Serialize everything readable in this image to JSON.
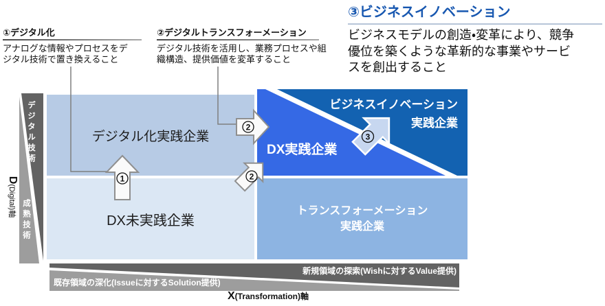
{
  "callouts": [
    {
      "title": "①デジタル化",
      "body_lines": [
        "アナログな情報やプロセスをデ",
        "ジタル技術で置き換えること"
      ]
    },
    {
      "title": "②デジタルトランスフォーメーション",
      "body_lines": [
        "デジタル技術を活用し、業務プロセスや組",
        "織構造、提供価値を変革すること"
      ]
    },
    {
      "title": "③ビジネスイノベーション",
      "body_lines": [
        "ビジネスモデルの創造・変革により、競争",
        "優位を築くような革新的な事業やサービ",
        "スを創出すること"
      ]
    }
  ],
  "quadrants": {
    "top_left": {
      "label": "デジタル化実践企業"
    },
    "bottom_left": {
      "label": "DX未実践企業"
    },
    "bottom_right": {
      "line1": "トランスフォーメーション",
      "line2": "実践企業"
    },
    "dx": {
      "label": "DX実践企業"
    },
    "business_innovation": {
      "line1": "ビジネスイノベーション",
      "line2": "実践企業"
    }
  },
  "axes": {
    "y": {
      "prefix": "D",
      "rest": "(Digital)軸",
      "top_band": "デジタル技術",
      "bottom_band": "成熟技術"
    },
    "x": {
      "prefix": "X",
      "rest": "(Transformation)軸",
      "top_band": "新規領域の探索(Wishに対するValue提供)",
      "bottom_band": "既存領域の深化(Issueに対するSolution提供)"
    }
  },
  "arrows": {
    "n1": "1",
    "n2a": "2",
    "n2b": "2",
    "n3": "3"
  },
  "colors": {
    "quad_tl": "#b7cbe5",
    "quad_bl": "#dbe7f4",
    "quad_br": "#8db4e2",
    "quad_dx": "#3569e5",
    "quad_bi": "#1362b1",
    "wedge_dark": "#636363",
    "wedge_light": "#9d9d9d",
    "heading3": "#1757b0",
    "arrow_fill": "#fafafa",
    "arrow_stroke": "#8f8f8f",
    "arrow3_fill": "#c7d7f0",
    "connector": "#7f7f7f"
  }
}
